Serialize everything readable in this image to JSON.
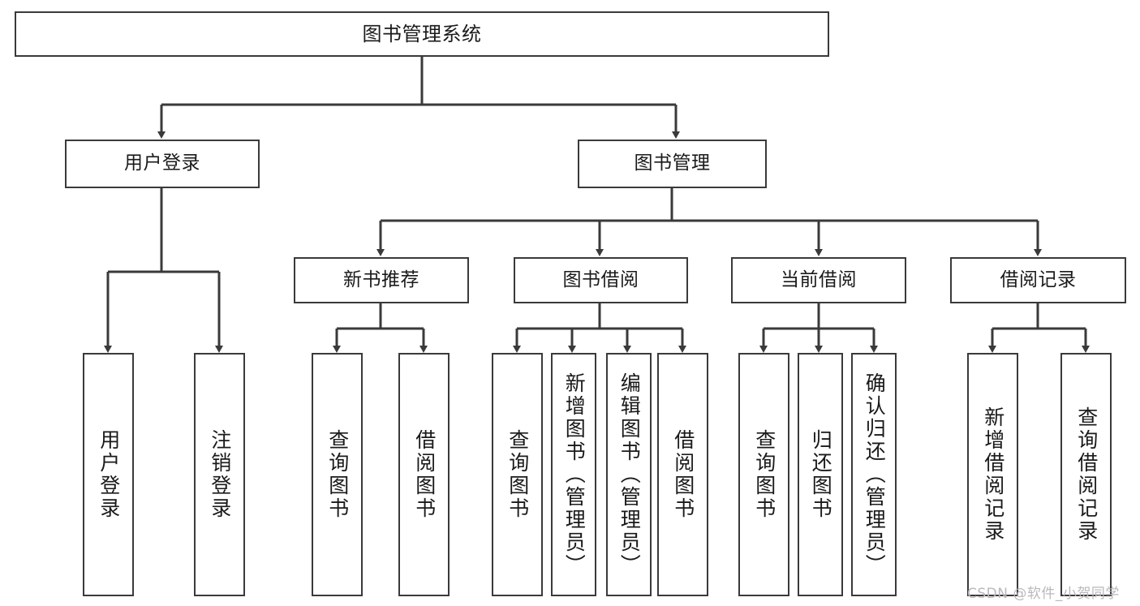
{
  "diagram": {
    "type": "tree",
    "title": "图书管理系统",
    "orientation": "top-down",
    "line_color": "#3a3a3a",
    "box_fill": "#ffffff",
    "text_color": "#1a1a1a",
    "background": "#ffffff"
  },
  "nodes": {
    "root": {
      "label": "图书管理系统"
    },
    "level2": [
      {
        "label": "用户登录"
      },
      {
        "label": "图书管理"
      }
    ],
    "level3": [
      {
        "label": "新书推荐"
      },
      {
        "label": "图书借阅"
      },
      {
        "label": "当前借阅"
      },
      {
        "label": "借阅记录"
      }
    ],
    "leaves": {
      "user_login": [
        {
          "label": "用户登录"
        },
        {
          "label": "注销登录"
        }
      ],
      "new_book": [
        {
          "label": "查询图书"
        },
        {
          "label": "借阅图书"
        }
      ],
      "book_borrow": [
        {
          "label": "查询图书"
        },
        {
          "label": "新增图书（管理员）"
        },
        {
          "label": "编辑图书（管理员）"
        },
        {
          "label": "借阅图书"
        }
      ],
      "current_borrow": [
        {
          "label": "查询图书"
        },
        {
          "label": "归还图书"
        },
        {
          "label": "确认归还（管理员）"
        }
      ],
      "borrow_record": [
        {
          "label": "新增借阅记录"
        },
        {
          "label": "查询借阅记录"
        }
      ]
    }
  },
  "watermark": {
    "text": "CSDN @软件_小贺同学"
  }
}
